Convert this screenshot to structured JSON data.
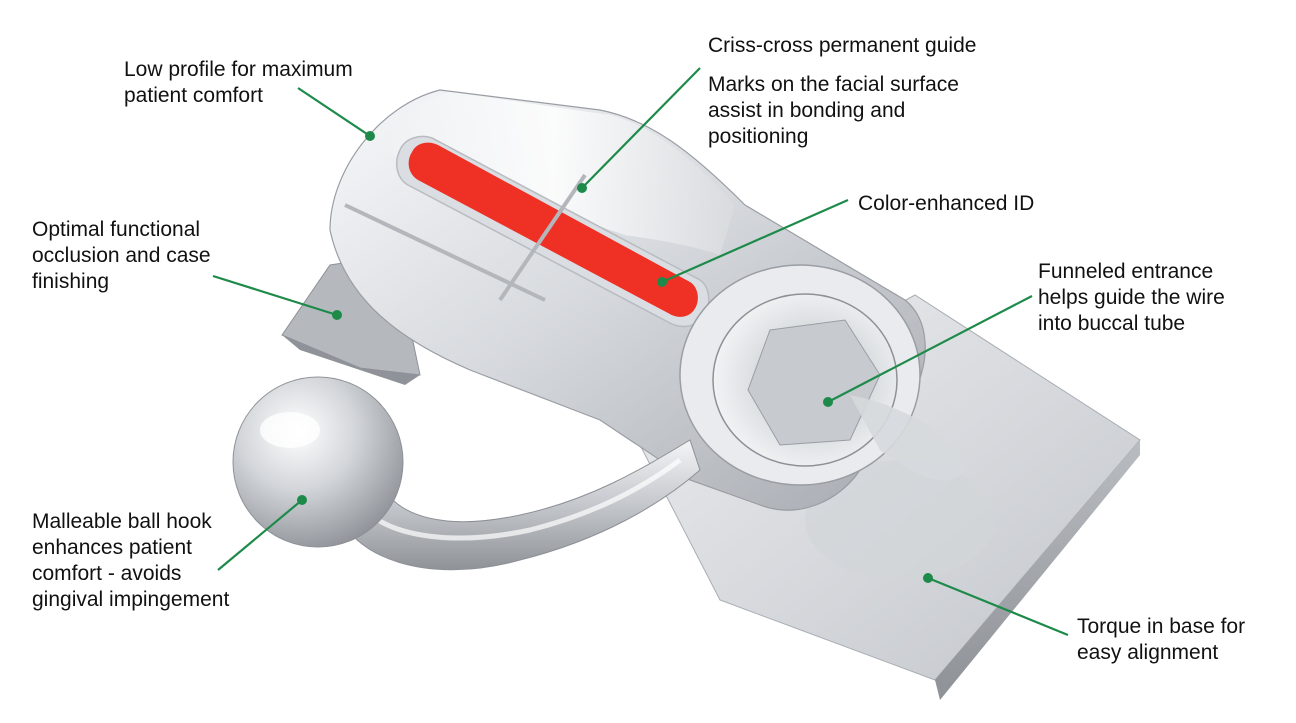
{
  "callouts": {
    "low_profile": "Low profile for maximum\npatient comfort",
    "criss_cross": "Criss-cross permanent guide",
    "marks": "Marks on the facial surface\nassist in bonding and\npositioning",
    "color_id": "Color-enhanced ID",
    "optimal": "Optimal functional\nocclusion and case\nfinishing",
    "funneled": "Funneled entrance\nhelps guide the wire\ninto buccal tube",
    "ball_hook": "Malleable ball hook\nenhances patient\ncomfort - avoids\ngingival impingement",
    "torque": "Torque in base for\neasy alignment"
  },
  "colors": {
    "leader": "#1d8a4a",
    "id_strip": "#ee3124",
    "metal_light": "#f2f3f5",
    "metal_mid": "#c9ccd1",
    "metal_dark": "#8d9197"
  }
}
